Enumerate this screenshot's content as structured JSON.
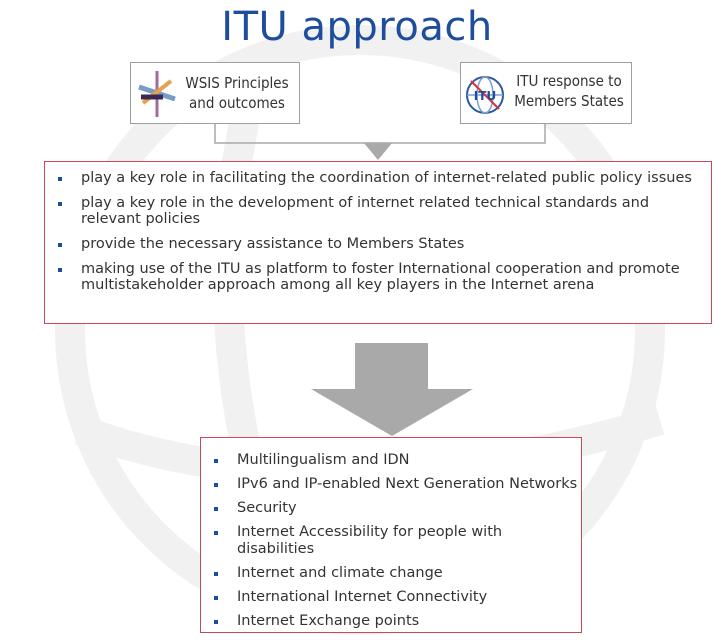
{
  "title": "ITU approach",
  "inputs": {
    "wsis": {
      "label": "WSIS Principles and outcomes",
      "line1": "WSIS Principles",
      "line2": "and outcomes"
    },
    "itu": {
      "label": "ITU response to Members States",
      "line1": "ITU response to",
      "line2": "Members States",
      "logo_text": "ITU"
    }
  },
  "roles": [
    "play a key role in facilitating the coordination of internet-related public policy issues",
    "play a key role in the development of internet related technical standards and relevant policies",
    "provide the necessary assistance to Members States",
    "making use of the ITU as platform to foster International cooperation and promote multistakeholder approach among all key players in the Internet arena"
  ],
  "topics": [
    "Multilingualism and IDN",
    "IPv6 and IP-enabled Next Generation Networks",
    "Security",
    "Internet Accessibility for people with disabilities",
    "Internet and climate change",
    "International Internet Connectivity",
    "Internet Exchange points"
  ],
  "colors": {
    "title": "#1f4d9e",
    "box_border": "#c9485c",
    "arrow": "#a9a9a9",
    "bullet": "#1f4d9e"
  }
}
